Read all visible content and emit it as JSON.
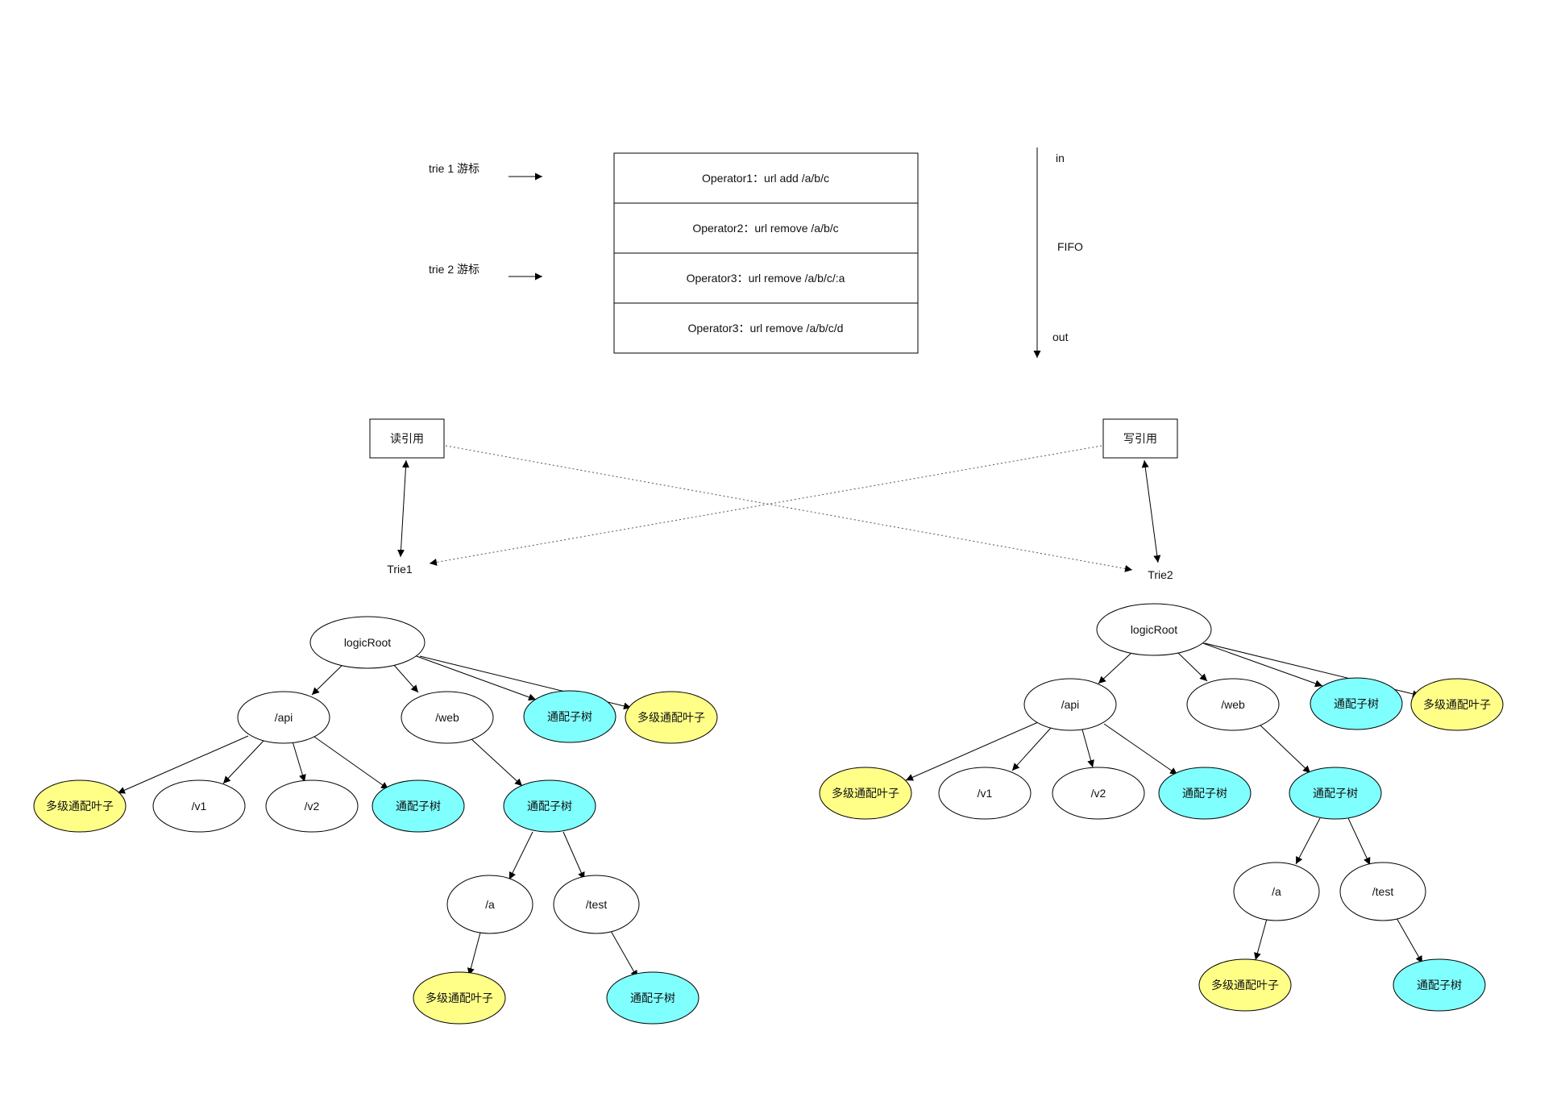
{
  "queue": {
    "cursors": [
      "trie 1 游标",
      "trie 2 游标"
    ],
    "operations": [
      "Operator1：url add /a/b/c",
      "Operator2：url remove /a/b/c",
      "Operator3：url remove /a/b/c/:a",
      "Operator3：url remove /a/b/c/d"
    ],
    "direction": {
      "in": "in",
      "middle": "FIFO",
      "out": "out"
    }
  },
  "references": {
    "read": "读引用",
    "write": "写引用"
  },
  "tries": [
    {
      "label": "Trie1",
      "nodes": {
        "root": "logicRoot",
        "api": "/api",
        "web": "/web",
        "root_wild": "通配子树",
        "root_multi": "多级通配叶子",
        "api_multi": "多级通配叶子",
        "v1": "/v1",
        "v2": "/v2",
        "api_wild": "通配子树",
        "web_wild": "通配子树",
        "a": "/a",
        "test": "/test",
        "a_multi": "多级通配叶子",
        "test_wild": "通配子树"
      }
    },
    {
      "label": "Trie2",
      "nodes": {
        "root": "logicRoot",
        "api": "/api",
        "web": "/web",
        "root_wild": "通配子树",
        "root_multi": "多级通配叶子",
        "api_multi": "多级通配叶子",
        "v1": "/v1",
        "v2": "/v2",
        "api_wild": "通配子树",
        "web_wild": "通配子树",
        "a": "/a",
        "test": "/test",
        "a_multi": "多级通配叶子",
        "test_wild": "通配子树"
      }
    }
  ],
  "colors": {
    "wildcard_subtree": "#80FFFF",
    "multi_wildcard_leaf": "#FFFF88",
    "plain_node": "#FFFFFF",
    "stroke": "#000000"
  }
}
